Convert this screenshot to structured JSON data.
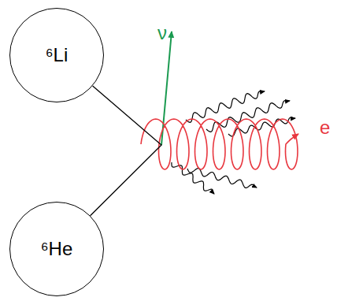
{
  "diagram": {
    "nodes": [
      {
        "text": [
          "⁶Li"
        ]
      },
      {
        "text": [
          "⁶He"
        ]
      }
    ],
    "edges": [
      {
        "from": 0,
        "to": 1,
        "arrow": "none"
      }
    ],
    "labels": [
      "ν",
      "e"
    ]
  }
}
